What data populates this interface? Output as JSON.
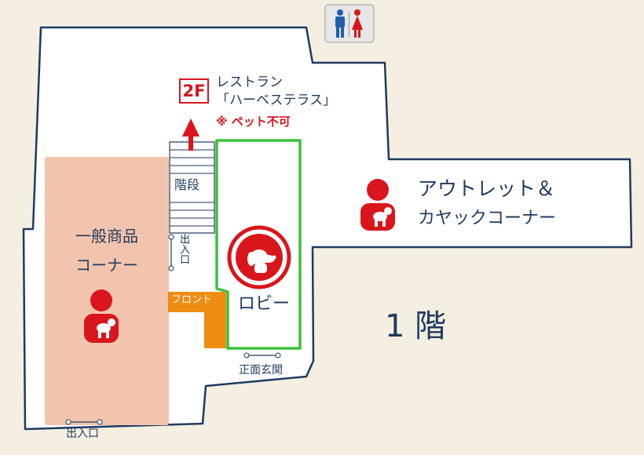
{
  "floor_label": "1 階",
  "second_floor": {
    "badge": "2F",
    "restaurant_line1": "レストラン",
    "restaurant_line2": "「ハーベステラス」",
    "pet_notice": "※ ペット不可"
  },
  "areas": {
    "stairs": "階段",
    "general_goods_line1": "一般商品",
    "general_goods_line2": "コーナー",
    "outlet_line1": "アウトレット＆",
    "outlet_line2": "カヤックコーナー",
    "front_desk": "フロント",
    "lobby": "ロビー"
  },
  "entrances": {
    "side_entrance": "出入口",
    "main_entrance": "正面玄関",
    "bottom_entrance": "出入口"
  },
  "icons": {
    "restroom": "restroom-icon",
    "pet_allowed": "pet-allowed-icon",
    "dog": "dog-icon"
  },
  "colors": {
    "background": "#f4efe1",
    "outline": "#1f3a5f",
    "general_goods_fill": "#f3c4ad",
    "lobby_border": "#3cc13c",
    "front_desk": "#ef8c12",
    "pet_red": "#d9161c",
    "text": "#1f3a5f"
  }
}
